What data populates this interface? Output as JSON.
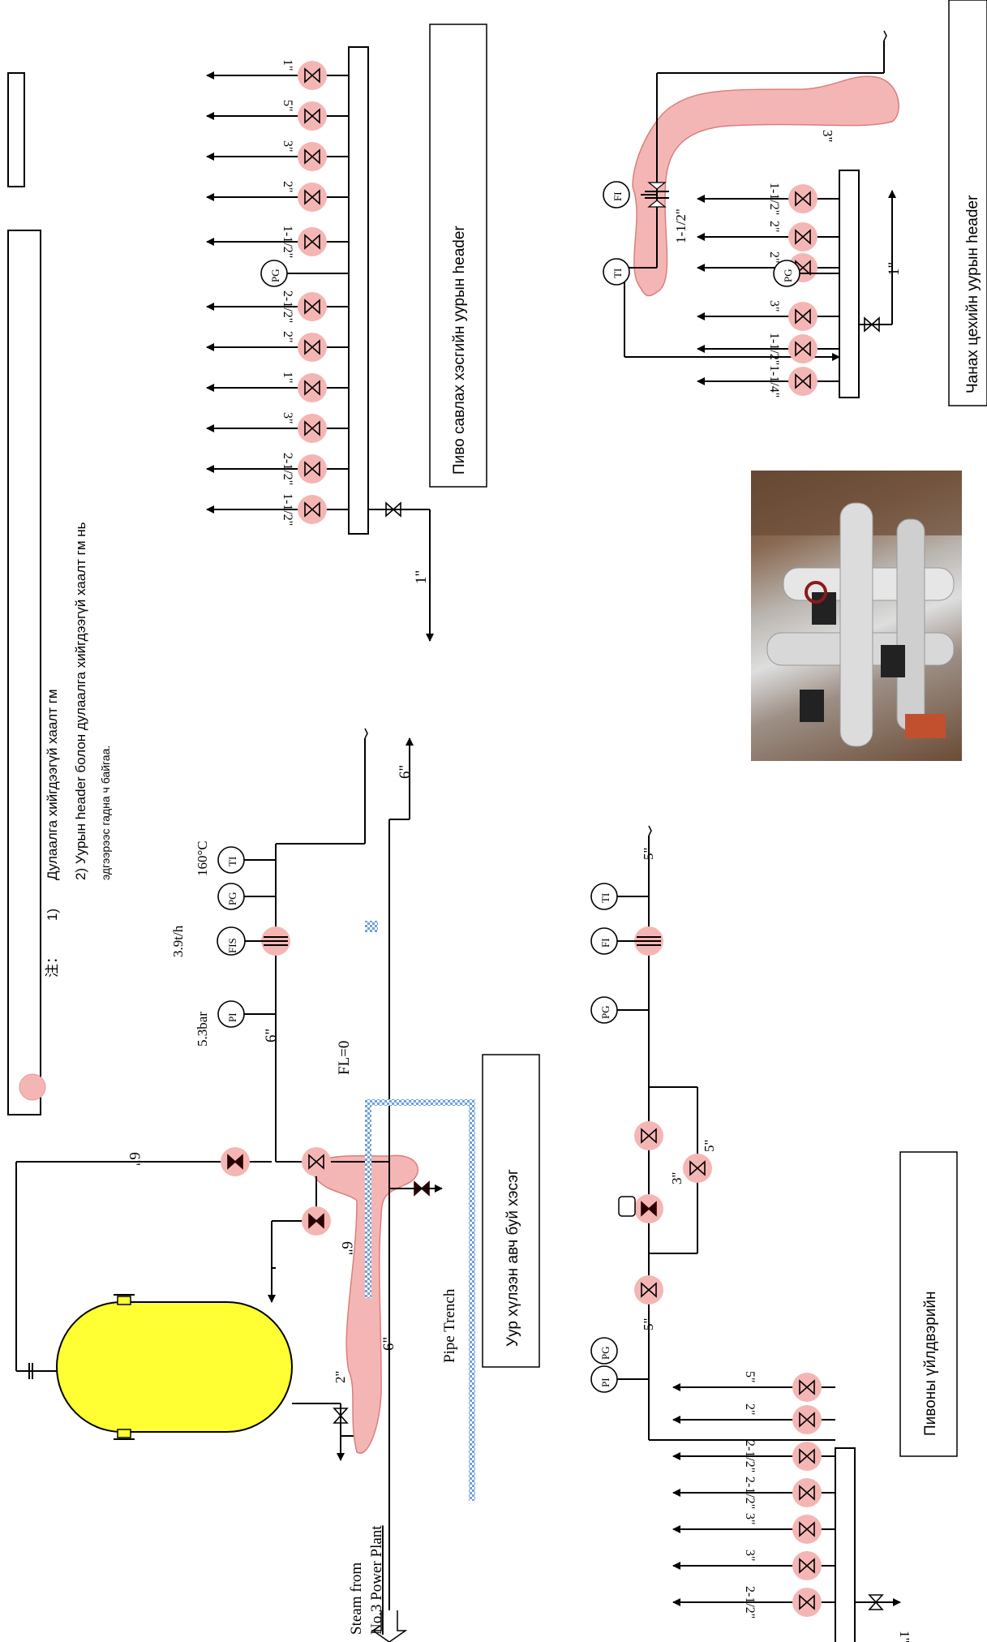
{
  "note": {
    "prefix": "注：",
    "item1_num": "1)",
    "item1_text": "Дулаалга хийгдээгүй хаалт гм",
    "item2_text": "2) Уурын header болон дулаалга хийгдээгүй хаалт гм нь",
    "item2_sub": "эдгээрээс гадна ч байгаа."
  },
  "areas": {
    "brewing_header": "Пиво савлах хэсгийн уурын header",
    "boiling_header": "Чанах цехийн уурын header",
    "beer_production": "Пивоны үйлдвэрийн",
    "steam_receiving": "Уур хүлээн авч буй хэсэг"
  },
  "main_line": {
    "source_line1": "Steam from",
    "source_line2": "No.3 Power Plant",
    "pipe_trench": "Pipe Trench",
    "floor_level": "FL=0",
    "pressure": "5.3bar",
    "flow": "3.9t/h",
    "temperature": "160°C",
    "size_6": "6\"",
    "drain_2": "2\""
  },
  "instruments": {
    "pi": "PI",
    "pg": "PG",
    "fis": "FIS",
    "ti": "TI",
    "fi": "FI"
  },
  "sizes": {
    "brewing": [
      "1-1/2\"",
      "2-1/2\"",
      "3\"",
      "1\"",
      "2\"",
      "2-1/2\"",
      "1-1/2\"",
      "2\"",
      "3\"",
      "5\"",
      "1\""
    ],
    "brewing_feed": "1\"",
    "boiling": [
      "1-1/4\"",
      "1-1/2\"",
      "3\"",
      "2\"",
      "2\"",
      "1-1/2\""
    ],
    "boiling_feed": "1\"",
    "boiling_bypass": "1-1/2\"",
    "boiling_main": "3\"",
    "production": [
      "2-1/2\"",
      "3\"",
      "3\"",
      "2-1/2\"",
      "2-1/2\"",
      "2\"",
      "5\""
    ],
    "production_feed": "1\"",
    "prv_in": "5\"",
    "prv": "3\"",
    "prv_bypass": "5\"",
    "prv_out": "5\""
  },
  "colors": {
    "uninsulated": "#f4b6b4",
    "tank": "#ffff33",
    "trench": "#6fa0d8"
  }
}
